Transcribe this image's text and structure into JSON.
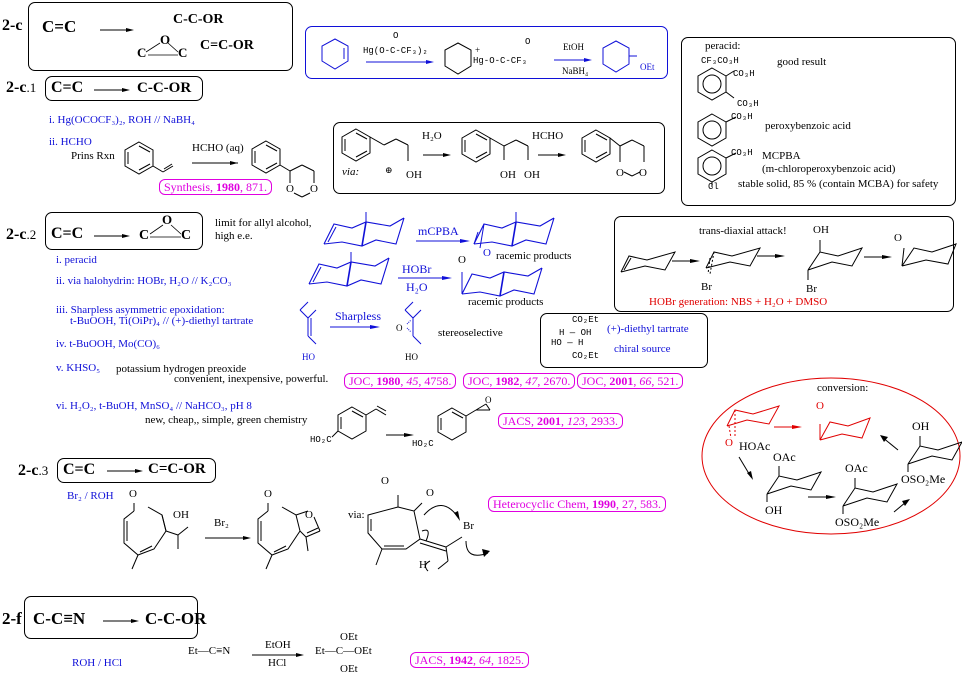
{
  "sections": {
    "s2e": {
      "label": "2-c",
      "reactant": "C=C",
      "products": [
        "C-C-OR",
        "C=C-OR"
      ],
      "epoxide_o": "O",
      "epoxide_c": "C"
    },
    "s2e1": {
      "label": "2-c",
      "sub": ".1",
      "reactant": "C=C",
      "product": "C-C-OR",
      "methods": [
        "i. Hg(OCOCF₃)₂, ROH // NaBH₄",
        "ii. HCHO"
      ],
      "prins": "Prins Rxn",
      "reagent": "HCHO (aq)",
      "via": {
        "label": "via:",
        "plus": "⊕",
        "oh": "OH",
        "step1": "H₂O",
        "step2": "HCHO",
        "diol_oh1": "OH",
        "diol_oh2": "OH",
        "o1": "O",
        "o2": "O"
      },
      "product_o1": "O",
      "product_o2": "O"
    },
    "oxymercuration": {
      "reagent_top": "Hg(O-C-CF₃)₂",
      "carbonyl_o": "O",
      "intermediate": "Hg-O-C-CF₃",
      "hg_plus": "+",
      "step2_top": "EtOH",
      "step2_bottom": "NaBH₄",
      "product": "OEt"
    },
    "peracid_box": {
      "title": "peracid:",
      "items": [
        {
          "formula": "CF₃CO₃H",
          "note": "good result"
        },
        {
          "formula": "CO₃H / CO₃H",
          "note": ""
        },
        {
          "formula": "CO₃H",
          "note": "peroxybenzoic acid"
        },
        {
          "formula": "CO₃H",
          "note": "MCPBA"
        }
      ],
      "mcpba_full": "(m-chloroperoxybenzoic acid)",
      "cl": "Cl",
      "mcpba_note": "stable solid, 85 % (contain MCBA) for safety"
    },
    "s2e2": {
      "label": "2-c",
      "sub": ".2",
      "reactant": "C=C",
      "epoxide_o": "O",
      "epoxide_c": "C",
      "limit_note": [
        "limit for allyl alcohol,",
        "high e.e."
      ],
      "methods": [
        "i.  peracid",
        "ii. via halohydrin:  HOBr, H₂O // K₂CO₃",
        "iii. Sharpless asymmetric epoxidation:",
        "t-BuOOH, Ti(OiPr)₄ // (+)-diethyl tartrate",
        "iv.  t-BuOOH, Mo(CO)₆",
        "v.  KHSO₅",
        "vi.  H₂O₂, t-BuOH, MnSO₄ // NaHCO₃, pH 8"
      ],
      "khso5_note": "potassium hydrogen preoxide",
      "khso5_note2": "convenient, inexpensive, powerful.",
      "green_note": "new, cheap,, simple, green chemistry",
      "mcpba": "mCPBA",
      "hobr": "HOBr",
      "h2o": "H₂O",
      "racemic1": "racemic products",
      "racemic2": "racemic products",
      "epox_o1": "O",
      "epox_o2": "O",
      "sharpless": "Sharpless",
      "stereoselective": "stereoselective",
      "ho1": "HO",
      "ho2": "HO",
      "o_label": "O",
      "tartrate": {
        "co2et_top": "CO₂Et",
        "row1": "H — OH",
        "row2": "HO — H",
        "co2et_bottom": "CO₂Et",
        "name": "(+)-diethyl tartrate",
        "role": "chiral source"
      },
      "refs": [
        {
          "journal": "JOC, ",
          "year": "1980",
          "vol": "45",
          "page": ", 4758."
        },
        {
          "journal": "JOC, ",
          "year": "1982",
          "vol": "47",
          "page": ", 2670."
        },
        {
          "journal": "JOC, ",
          "year": "2001",
          "vol": "66",
          "page": ", 521."
        }
      ],
      "jacs_ref": {
        "journal": "JACS, ",
        "year": "2001",
        "vol": "123",
        "page": ", 2933."
      },
      "ho2c1": "HO₂C",
      "ho2c2": "HO₂C",
      "epox_o3": "O"
    },
    "trans_diaxial": {
      "title": "trans-diaxial attack!",
      "br1": "Br",
      "br2": "Br",
      "oh": "OH",
      "o": "O",
      "note": "HOBr generation: NBS + H₂O + DMSO"
    },
    "conversion": {
      "title": "conversion:",
      "o_red1": "O",
      "o_red2": "O",
      "hoac": "HOAc",
      "oac1": "OAc",
      "oh1": "OH",
      "oac2": "OAc",
      "oso2me1": "OSO₂Me",
      "oh2": "OH",
      "oso2me2": "OSO₂Me"
    },
    "s2e3": {
      "label": "2-c",
      "sub": ".3",
      "reactant": "C=C",
      "product": "C=C-OR",
      "reagent": "Br₂ / ROH",
      "o1": "O",
      "oh": "OH",
      "br2": "Br₂",
      "o2": "O",
      "o3": "O",
      "via": "via:",
      "via_o1": "O",
      "via_o2": "O",
      "via_br": "Br",
      "via_h": "H",
      "ref": {
        "journal": "Heterocyclic Chem, ",
        "year": "1990",
        "vol": ", 27, 583."
      }
    },
    "s2f": {
      "label": "2-f",
      "reactant": "C-C≡N",
      "product": "C-C-OR",
      "reagent": "ROH / HCl",
      "start": "Et—C≡N",
      "top": "EtOH",
      "bottom": "HCl",
      "product_main": "Et—C—OEt",
      "oet_top": "OEt",
      "oet_bottom": "OEt",
      "ref": {
        "journal": "JACS, ",
        "year": "1942",
        "vol": "64",
        "page": ", 1825."
      }
    }
  }
}
